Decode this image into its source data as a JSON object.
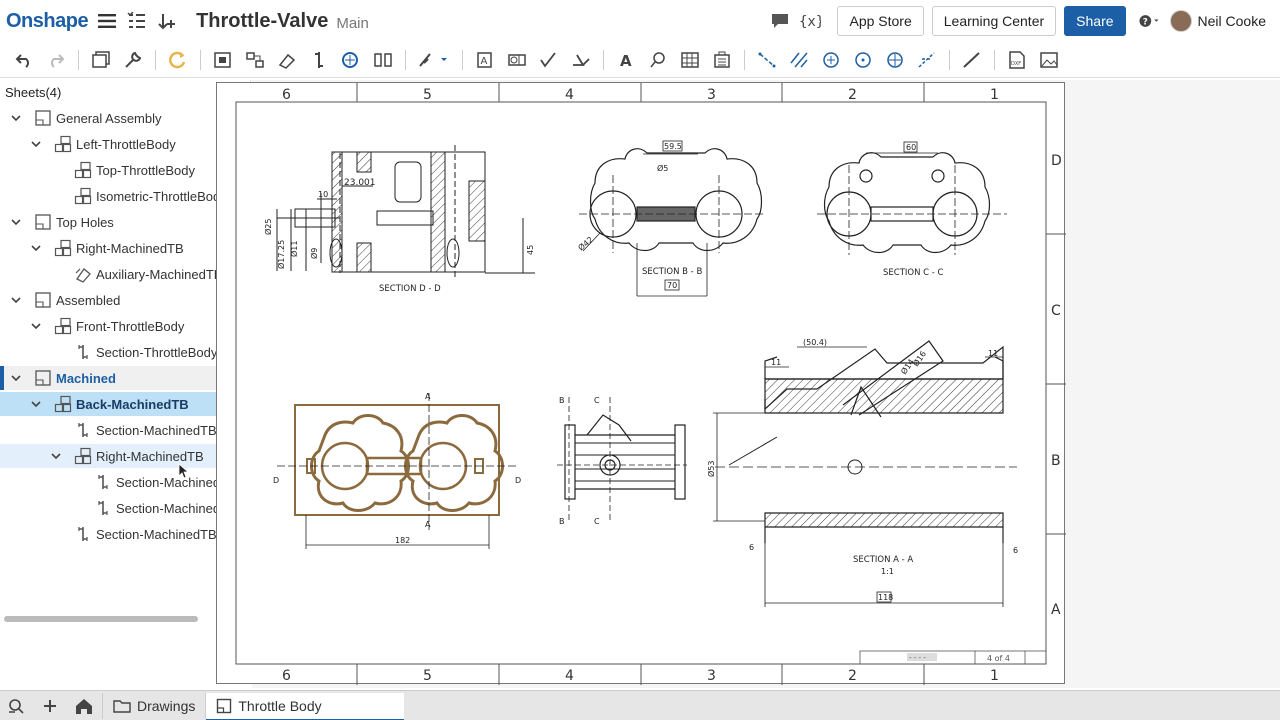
{
  "app": {
    "logo": "Onshape",
    "document_title": "Throttle-Valve",
    "branch": "Main"
  },
  "header_right": {
    "app_store": "App Store",
    "learning_center": "Learning Center",
    "share": "Share",
    "user_name": "Neil Cooke"
  },
  "sidebar": {
    "title": "Sheets(4)",
    "items": [
      {
        "label": "General Assembly",
        "level": 0,
        "type": "sheet",
        "expanded": true
      },
      {
        "label": "Left-ThrottleBody",
        "level": 1,
        "type": "view",
        "expanded": true
      },
      {
        "label": "Top-ThrottleBody",
        "level": 2,
        "type": "view"
      },
      {
        "label": "Isometric-ThrottleBody",
        "level": 2,
        "type": "view"
      },
      {
        "label": "Top Holes",
        "level": 0,
        "type": "sheet",
        "expanded": true
      },
      {
        "label": "Right-MachinedTB",
        "level": 1,
        "type": "view",
        "expanded": true
      },
      {
        "label": "Auxiliary-MachinedTB",
        "level": 2,
        "type": "aux"
      },
      {
        "label": "Assembled",
        "level": 0,
        "type": "sheet",
        "expanded": true
      },
      {
        "label": "Front-ThrottleBody",
        "level": 1,
        "type": "view",
        "expanded": true
      },
      {
        "label": "Section-ThrottleBody",
        "level": 2,
        "type": "section"
      },
      {
        "label": "Machined",
        "level": 0,
        "type": "sheet",
        "expanded": true,
        "active": true
      },
      {
        "label": "Back-MachinedTB",
        "level": 1,
        "type": "view",
        "expanded": true,
        "selected": true
      },
      {
        "label": "Section-MachinedTB",
        "level": 2,
        "type": "section"
      },
      {
        "label": "Right-MachinedTB",
        "level": 2,
        "type": "view",
        "expanded": true,
        "hover": true
      },
      {
        "label": "Section-MachinedTB",
        "level": 3,
        "type": "section"
      },
      {
        "label": "Section-MachinedTB",
        "level": 3,
        "type": "section"
      },
      {
        "label": "Section-MachinedTB",
        "level": 2,
        "type": "section"
      }
    ]
  },
  "drawing": {
    "zone_columns": [
      "6",
      "5",
      "4",
      "3",
      "2",
      "1"
    ],
    "zone_rows": [
      "D",
      "C",
      "B",
      "A"
    ],
    "views": {
      "section_d": "SECTION D - D",
      "section_b": "SECTION B - B",
      "section_c": "SECTION C - C",
      "section_a": "SECTION A - A",
      "section_a_scale": "1:1"
    },
    "dims": {
      "d23": "23.001",
      "d10": "10",
      "d25": "Ø25",
      "d1725": "Ø17.25",
      "d11": "Ø11",
      "d9": "Ø9",
      "d45": "45",
      "d595": "59.5",
      "d5": "Ø5",
      "d42": "Ø42",
      "d70": "70",
      "d60": "60",
      "d182": "182",
      "d504": "(50.4)",
      "d16": "Ø16",
      "d14": "Ø14",
      "d11a": "11",
      "d11b": "11",
      "d53": "Ø53",
      "d6a": "6",
      "d6b": "6",
      "d118": "118"
    },
    "labels": {
      "a_top": "A",
      "a_bottom": "A",
      "d_left": "D",
      "d_right": "D",
      "b_top": "B",
      "b_bottom": "B",
      "c_top": "C",
      "c_bottom": "C"
    },
    "title_block": {
      "sheet_of": "4 of 4",
      "dashes": "- - - -"
    }
  },
  "bottom_tabs": {
    "drawings": "Drawings",
    "throttle_body": "Throttle Body"
  },
  "colors": {
    "brand": "#1c5fa6",
    "selected_row": "#bde0f7",
    "highlight_view": "#8b6a3e"
  }
}
